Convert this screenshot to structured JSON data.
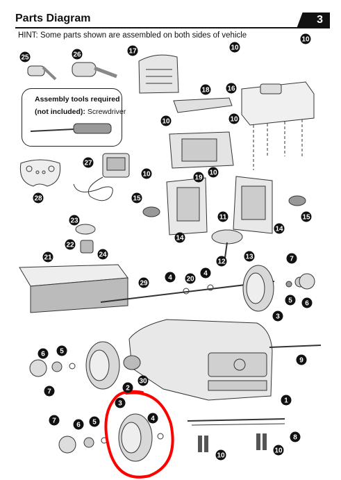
{
  "header": {
    "title": "Parts Diagram",
    "page_number": "3"
  },
  "hint": "HINT: Some parts shown are assembled on both sides of vehicle",
  "tools_box": {
    "line1": "Assembly tools required",
    "line2_bold": "(not included):",
    "line2_rest": " Screwdriver"
  },
  "callouts": [
    "25",
    "26",
    "17",
    "10",
    "10",
    "18",
    "16",
    "10",
    "10",
    "27",
    "28",
    "10",
    "19",
    "10",
    "15",
    "15",
    "14",
    "14",
    "11",
    "23",
    "22",
    "24",
    "21",
    "12",
    "13",
    "4",
    "20",
    "4",
    "29",
    "7",
    "5",
    "6",
    "3",
    "6",
    "5",
    "7",
    "30",
    "2",
    "9",
    "1",
    "3",
    "4",
    "7",
    "6",
    "5",
    "8",
    "10",
    "10"
  ],
  "annotation": {
    "type": "hand-drawn-circle",
    "color": "#ff0000",
    "encircles_callout": "3"
  }
}
